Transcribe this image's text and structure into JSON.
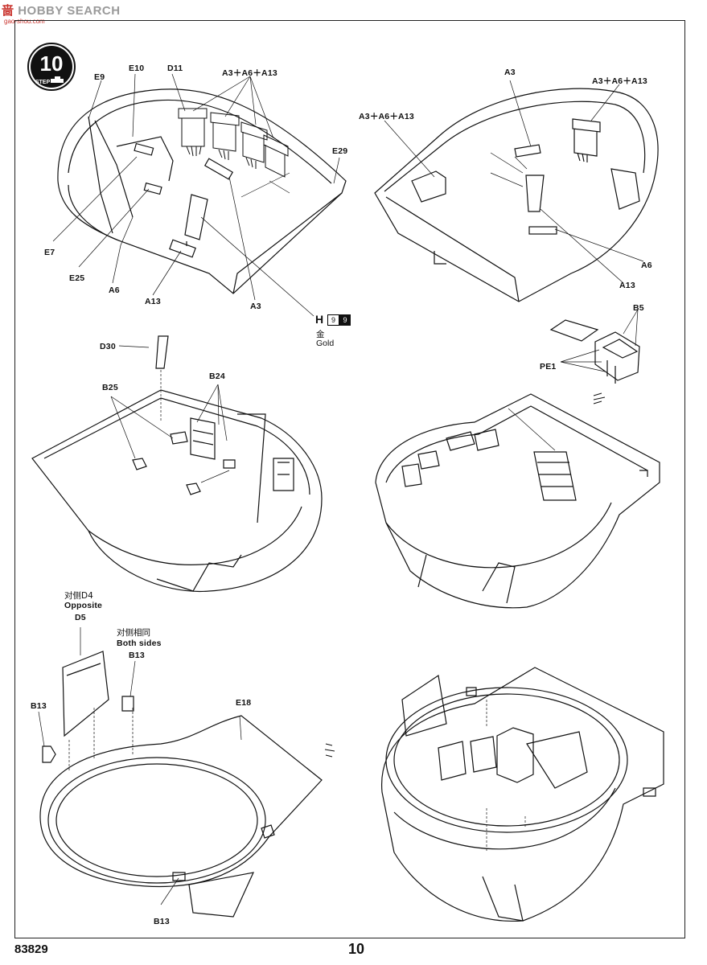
{
  "watermark": {
    "text_cn": "啬",
    "text_en": "HOBBY SEARCH",
    "url": "gao-shou.com"
  },
  "step": {
    "number": "10",
    "word": "STEP"
  },
  "paint": {
    "letter": "H",
    "code1": "9",
    "code2": "9",
    "name_cn": "金",
    "name_en": "Gold"
  },
  "labels": {
    "e9": "E9",
    "e10": "E10",
    "d11": "D11",
    "a3a6a13_top_left": "A3＋A6＋A13",
    "e29": "E29",
    "e7": "E7",
    "e25": "E25",
    "a6_left": "A6",
    "a13_left": "A13",
    "a3_left": "A3",
    "a3_right": "A3",
    "a3a6a13_right_a": "A3＋A6＋A13",
    "a3a6a13_right_b": "A3＋A6＋A13",
    "a6_right": "A6",
    "a13_right": "A13",
    "d30": "D30",
    "b25": "B25",
    "b24": "B24",
    "b5": "B5",
    "pe1": "PE1",
    "opposite_cn": "对侧D4",
    "opposite_en": "Opposite",
    "d5": "D5",
    "both_cn": "对侧相同",
    "both_en": "Both sides",
    "b13_top": "B13",
    "b13_left": "B13",
    "e18": "E18",
    "b13_bottom": "B13"
  },
  "footer": {
    "kit_number": "83829",
    "page_number": "10"
  }
}
